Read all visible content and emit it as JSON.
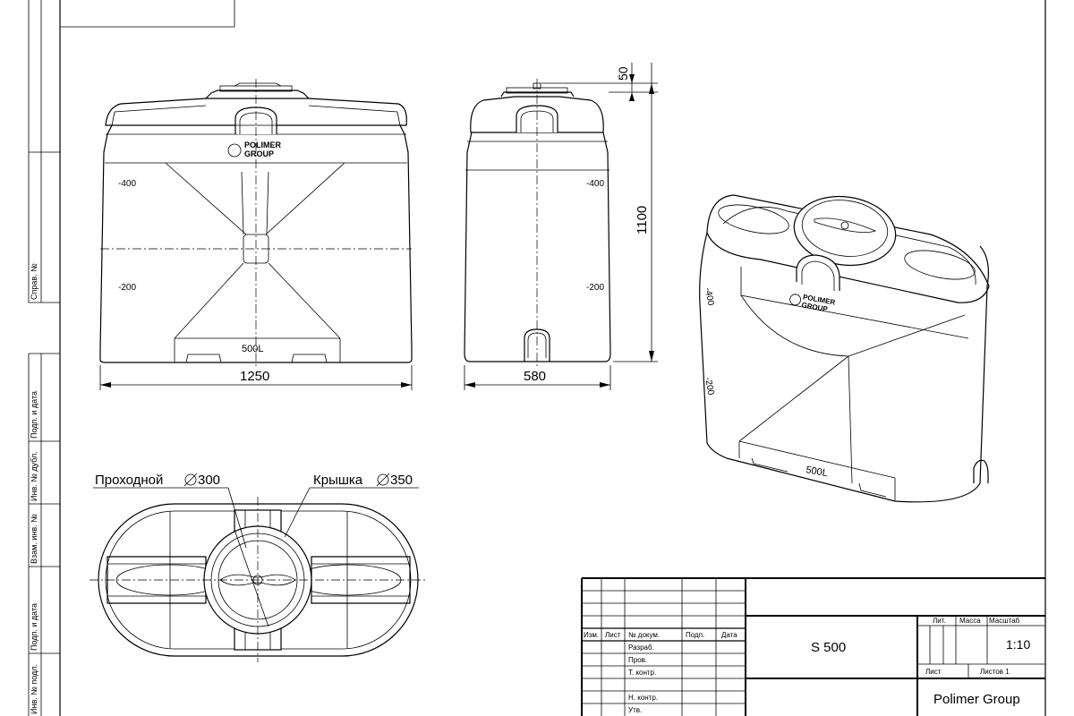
{
  "side_frame": {
    "labels": [
      "Справ. №",
      "Подп. и дата",
      "Инв. № дубл.",
      "Взам. инв. №",
      "Подп. и дата",
      "Инв. № подл."
    ]
  },
  "dimensions": {
    "cap_height": "50",
    "total_height": "1100",
    "width_front": "1250",
    "width_side": "580"
  },
  "level_marks": {
    "upper": "-400",
    "lower": "-200"
  },
  "tank_label": "500L",
  "brand_mark": [
    "POLIMER",
    "GROUP"
  ],
  "callouts": {
    "manhole": "Проходной",
    "manhole_size": "300",
    "lid": "Крышка",
    "lid_size": "350"
  },
  "title_block": {
    "col_headers": [
      "Изм.",
      "Лист",
      "№ докум.",
      "Подп.",
      "Дата"
    ],
    "row_labels": [
      "Разраб.",
      "Пров.",
      "Т. контр.",
      "",
      "Н. контр.",
      "Утв."
    ],
    "designation": "S 500",
    "lit_header": "Лит.",
    "mass_header": "Масса",
    "scale_header": "Масштаб",
    "scale_value": "1:10",
    "sheet_label": "Лист",
    "sheets_label": "Листов 1",
    "company": "Polimer Group"
  }
}
